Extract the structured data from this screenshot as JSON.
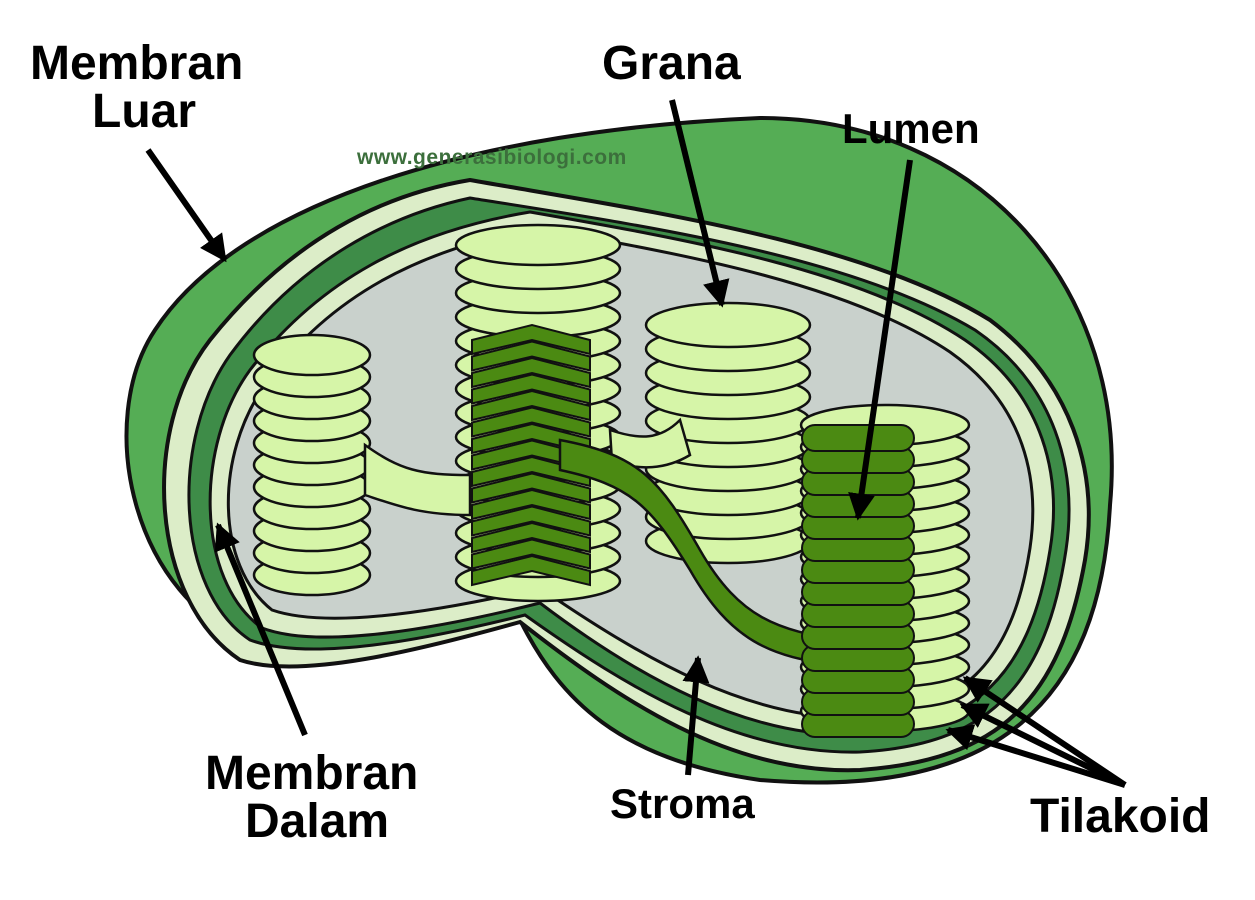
{
  "labels": {
    "outer_membrane": [
      "Membran",
      "Luar"
    ],
    "grana": "Grana",
    "lumen": "Lumen",
    "inner_membrane": [
      "Membran",
      "Dalam"
    ],
    "stroma": "Stroma",
    "thylakoid": "Tilakoid"
  },
  "watermark": "www.generasibiologi.com",
  "colors": {
    "outer_membrane": "#55ad55",
    "membrane_edge": "#dcedc8",
    "inner_band": "#3e8c48",
    "stroma": "#c9d1cc",
    "grana_light": "#d6f5a8",
    "grana_dark": "#4b8a12",
    "outline": "#111111",
    "arrow": "#000000"
  }
}
